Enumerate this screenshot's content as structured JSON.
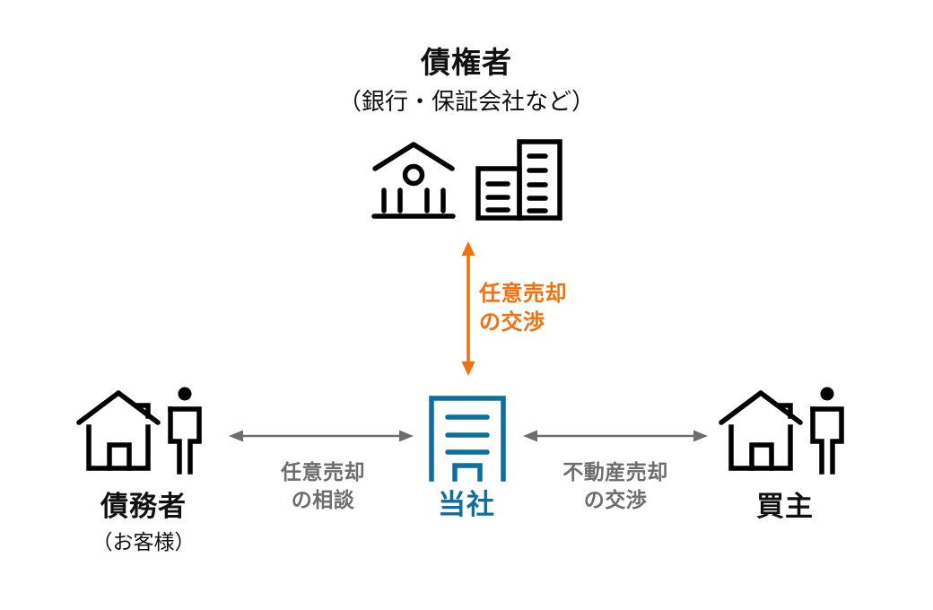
{
  "diagram": {
    "background_color": "#ffffff",
    "accent_orange": "#f5700a",
    "accent_blue": "#0c6fa0",
    "accent_gray": "#6d6d6d",
    "ink": "#111111"
  },
  "creditor": {
    "title": "債権者",
    "subtitle": "（銀行・保証会社など）",
    "icons": [
      "bank-icon",
      "office-buildings-icon"
    ]
  },
  "company": {
    "title": "当社",
    "icon": "office-building-icon"
  },
  "debtor": {
    "title": "債務者",
    "subtitle": "（お客様）",
    "icon": "house-with-person-icon"
  },
  "buyer": {
    "title": "買主",
    "icon": "house-with-person-icon"
  },
  "connections": {
    "vertical": {
      "label_line1": "任意売却",
      "label_line2": "の交渉",
      "color": "#f5700a",
      "direction": "bidirectional",
      "from": "当社",
      "to": "債権者"
    },
    "left": {
      "label_line1": "任意売却",
      "label_line2": "の相談",
      "color": "#6d6d6d",
      "direction": "bidirectional",
      "from": "債務者",
      "to": "当社"
    },
    "right": {
      "label_line1": "不動産売却",
      "label_line2": "の交渉",
      "color": "#6d6d6d",
      "direction": "bidirectional",
      "from": "当社",
      "to": "買主"
    }
  }
}
